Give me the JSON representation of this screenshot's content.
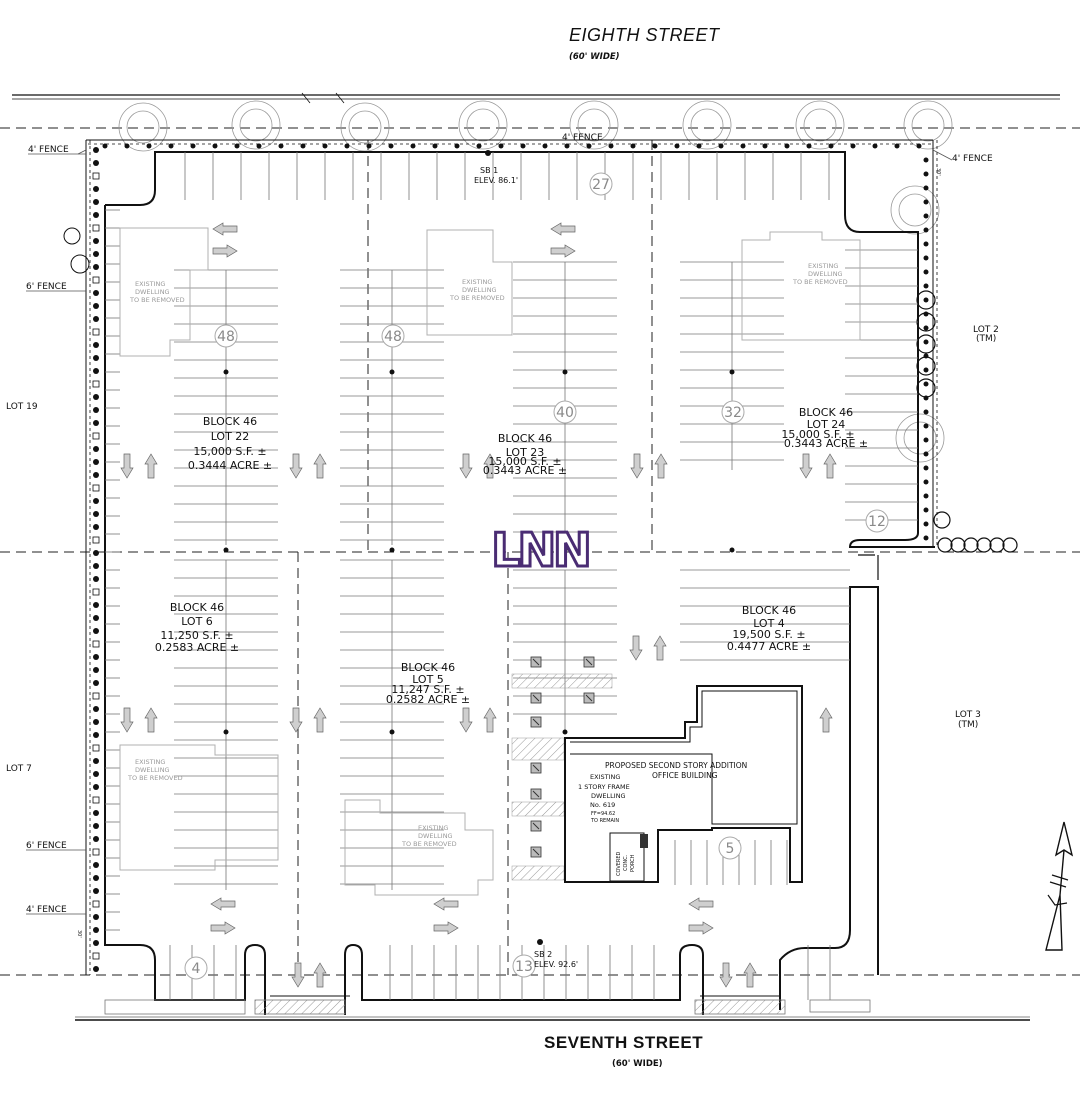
{
  "streets": {
    "north": {
      "name": "EIGHTH STREET",
      "width": "(60' WIDE)"
    },
    "south": {
      "name": "SEVENTH STREET",
      "width": "(60' WIDE)"
    }
  },
  "fences": {
    "nw_4ft": "4' FENCE",
    "north_4ft": "4' FENCE",
    "ne_4ft": "4' FENCE",
    "west_6ft_upper": "6' FENCE",
    "west_6ft_lower": "6' FENCE",
    "sw_4ft": "4' FENCE"
  },
  "adjacent_lots": {
    "lot19": "LOT 19",
    "lot7": "LOT 7",
    "lot2": {
      "line1": "LOT 2",
      "line2": "(TM)"
    },
    "lot3": {
      "line1": "LOT 3",
      "line2": "(TM)"
    }
  },
  "lots": [
    {
      "block": "BLOCK 46",
      "lot": "LOT 22",
      "sf": "15,000 S.F. ±",
      "acre": "0.3444 ACRE ±"
    },
    {
      "block": "BLOCK 46",
      "lot": "LOT 23",
      "sf": "15,000 S.F. ±",
      "acre": "0.3443 ACRE ±"
    },
    {
      "block": "BLOCK 46",
      "lot": "LOT 24",
      "sf": "15,000 S.F. ±",
      "acre": "0.3443 ACRE ±"
    },
    {
      "block": "BLOCK 46",
      "lot": "LOT 6",
      "sf": "11,250 S.F. ±",
      "acre": "0.2583 ACRE ±"
    },
    {
      "block": "BLOCK 46",
      "lot": "LOT 5",
      "sf": "11,247 S.F. ±",
      "acre": "0.2582 ACRE ±"
    },
    {
      "block": "BLOCK 46",
      "lot": "LOT 4",
      "sf": "19,500 S.F. ±",
      "acre": "0.4477 ACRE ±"
    }
  ],
  "space_counts": [
    "27",
    "48",
    "48",
    "40",
    "32",
    "12",
    "5",
    "4",
    "13"
  ],
  "existing_dwelling": {
    "line1": "EXISTING",
    "line2": "DWELLING",
    "line3": "TO BE REMOVED"
  },
  "soil_borings": {
    "sb1": {
      "id": "SB 1",
      "elev": "ELEV. 86.1'"
    },
    "sb2": {
      "id": "SB 2",
      "elev": "ELEV. 92.6'"
    }
  },
  "proposed_building": {
    "line1": "PROPOSED SECOND STORY ADDITION",
    "line2": "OFFICE BUILDING",
    "existing1": "EXISTING",
    "existing2": "1 STORY FRAME",
    "existing3": "DWELLING",
    "existing4": "No. 619",
    "ffe": "FF=94.62",
    "remain": "TO REMAIN",
    "porch1": "COVERED",
    "porch2": "CONC.",
    "porch3": "PORCH"
  },
  "setback_30": "30'",
  "watermark_logo": "LNN",
  "colors": {
    "logo": "#4a2c73",
    "linework": "#111111",
    "removed_buildings": "#b0b0b0"
  }
}
